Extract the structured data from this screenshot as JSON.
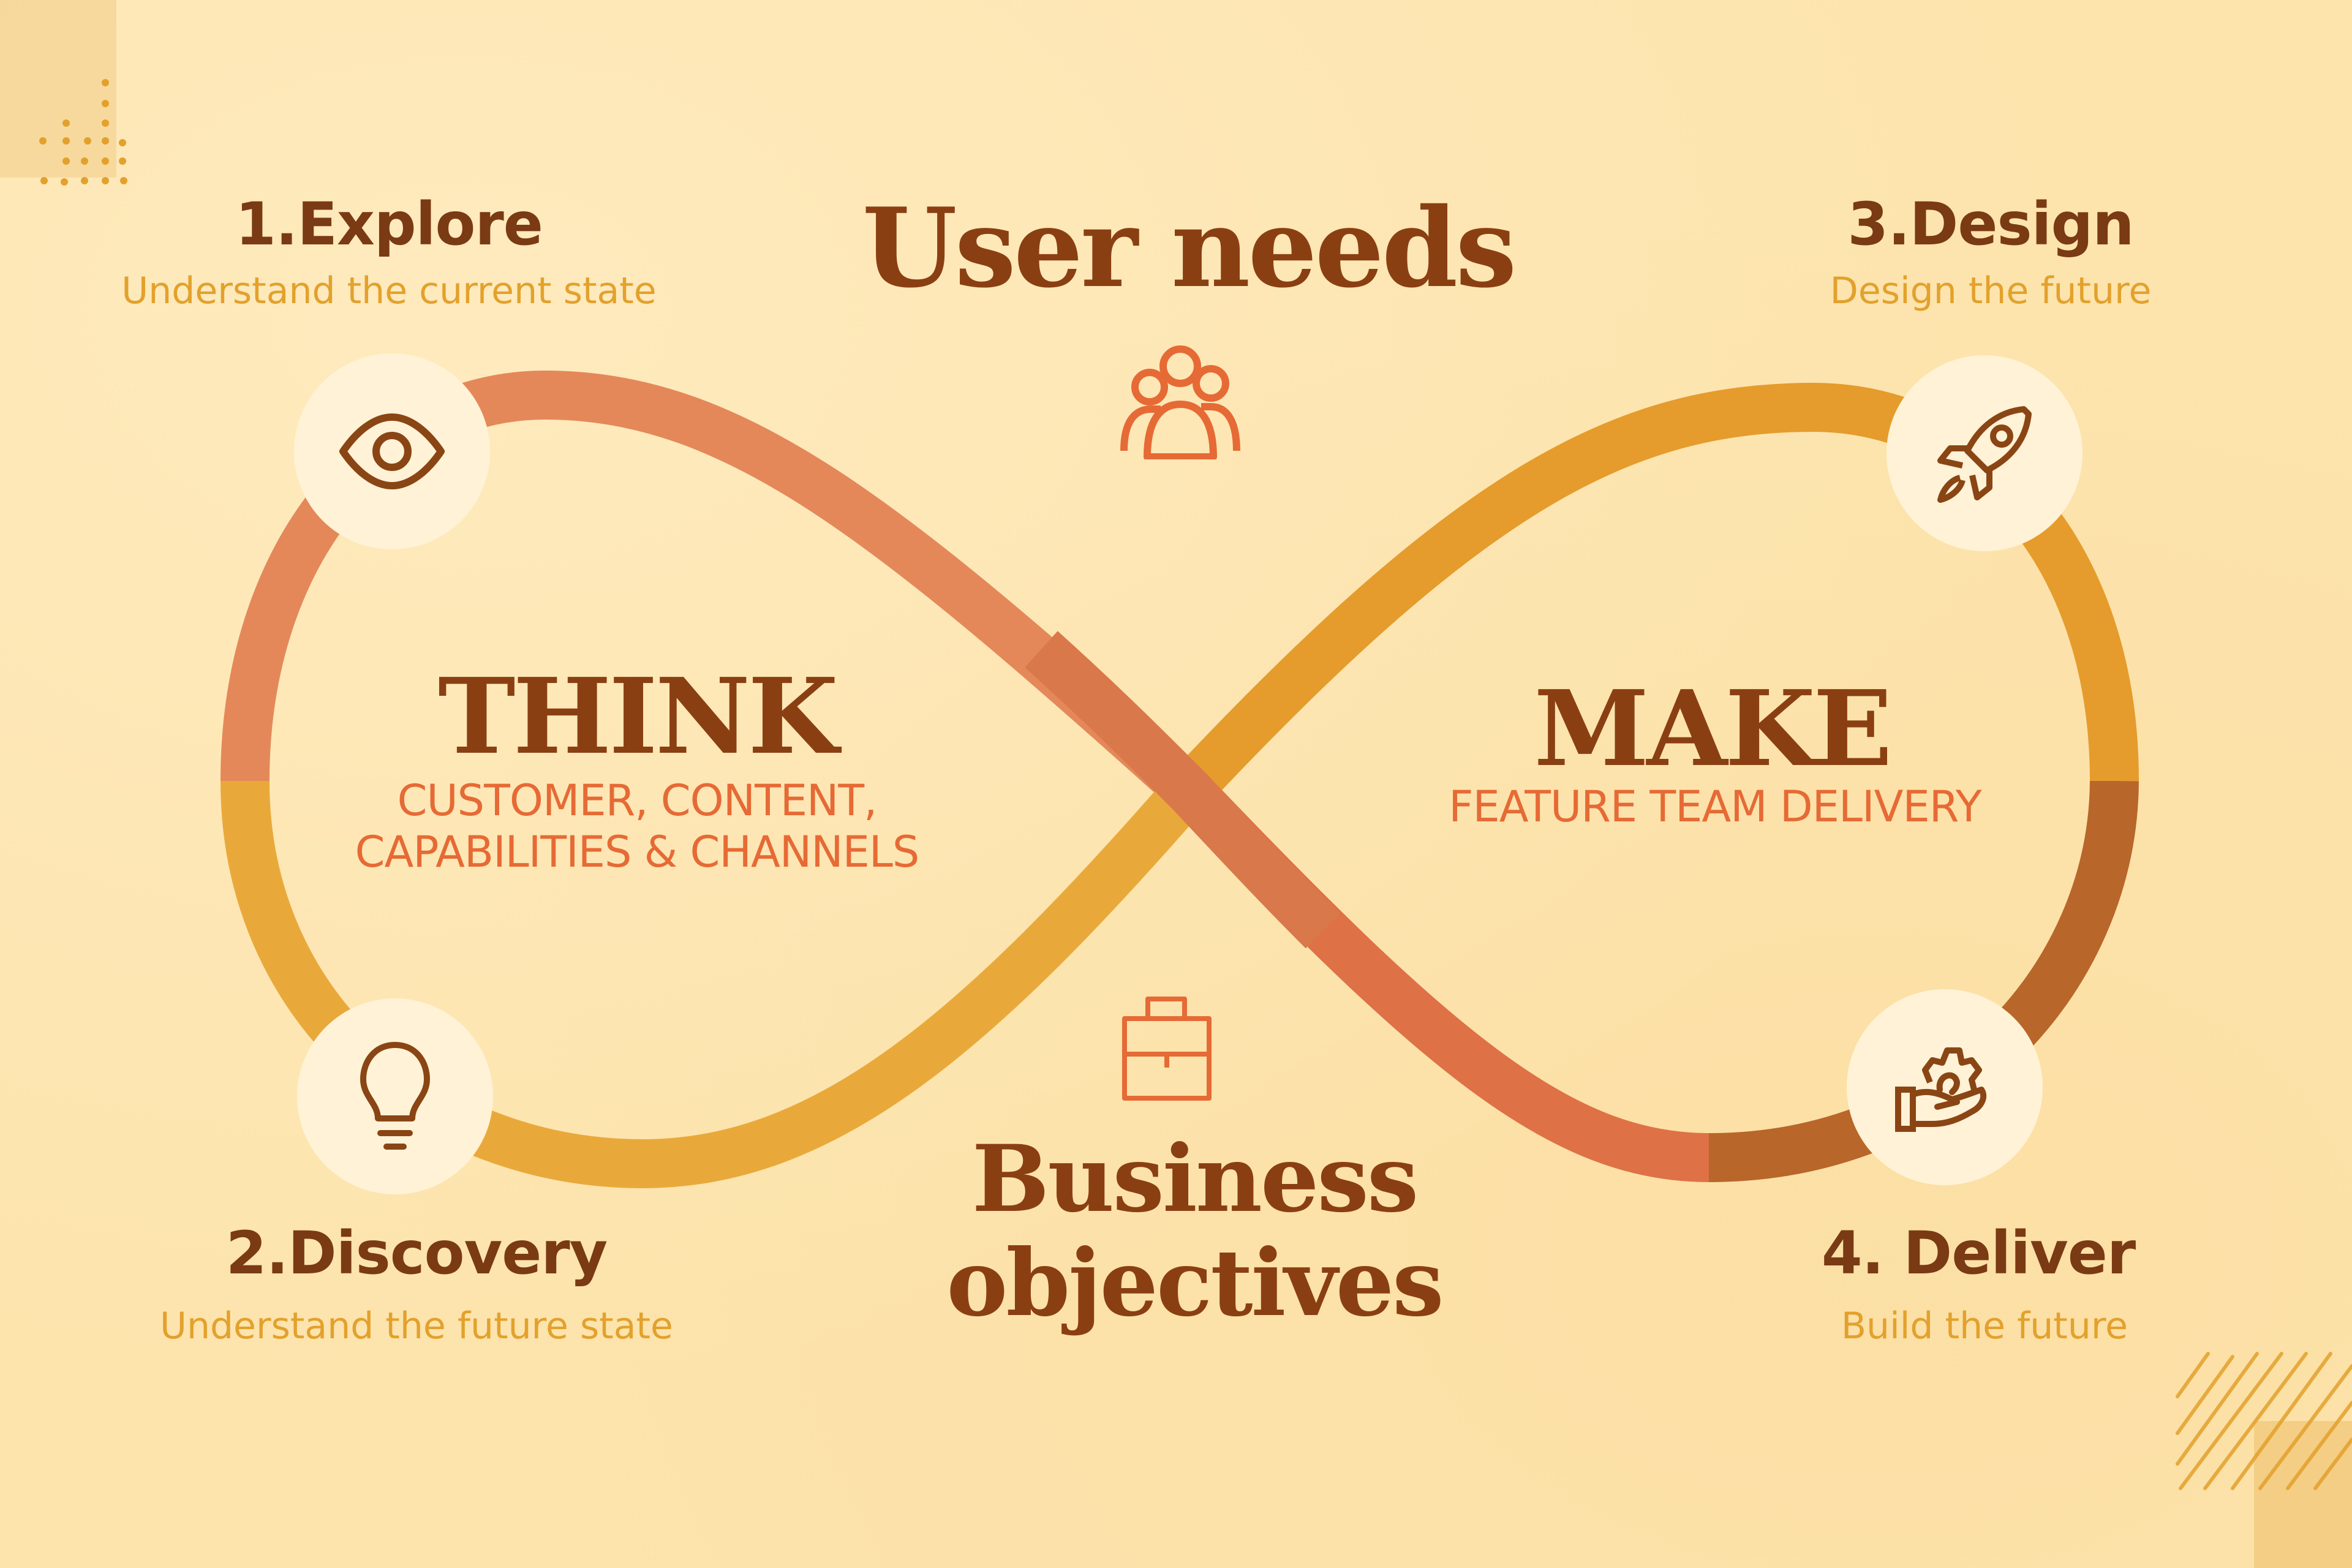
{
  "title": {
    "top": "User needs",
    "bottom_line1": "Business",
    "bottom_line2": "objectives"
  },
  "think": {
    "heading": "THINK",
    "line1": "CUSTOMER, CONTENT,",
    "line2": "CAPABILITIES & CHANNELS"
  },
  "make": {
    "heading": "MAKE",
    "line1": "FEATURE TEAM DELIVERY"
  },
  "steps": [
    {
      "title": "1.Explore",
      "subtitle": "Understand the current state",
      "icon": "eye-icon"
    },
    {
      "title": "2.Discovery",
      "subtitle": "Understand the future state",
      "icon": "lightbulb-icon"
    },
    {
      "title": "3.Design",
      "subtitle": "Design the future",
      "icon": "rocket-icon"
    },
    {
      "title": "4. Deliver",
      "subtitle": "Build the future",
      "icon": "hand-gear-icon"
    }
  ],
  "icons": {
    "top_center": "users-group-icon",
    "bottom_center": "briefcase-icon"
  },
  "colors": {
    "background": "#fde4ad",
    "heading_brown": "#8a3f12",
    "step_title": "#7a3a14",
    "subtitle_gold": "#e3a12c",
    "caps_orange": "#e66a35",
    "loop_salmon": "#e4885a",
    "loop_orange_red": "#de7146",
    "loop_gold": "#e9a93a",
    "loop_amber": "#e59c2c",
    "loop_brown": "#b8662a",
    "icon_circle": "#fff2d6",
    "icon_stroke": "#8a4514"
  }
}
